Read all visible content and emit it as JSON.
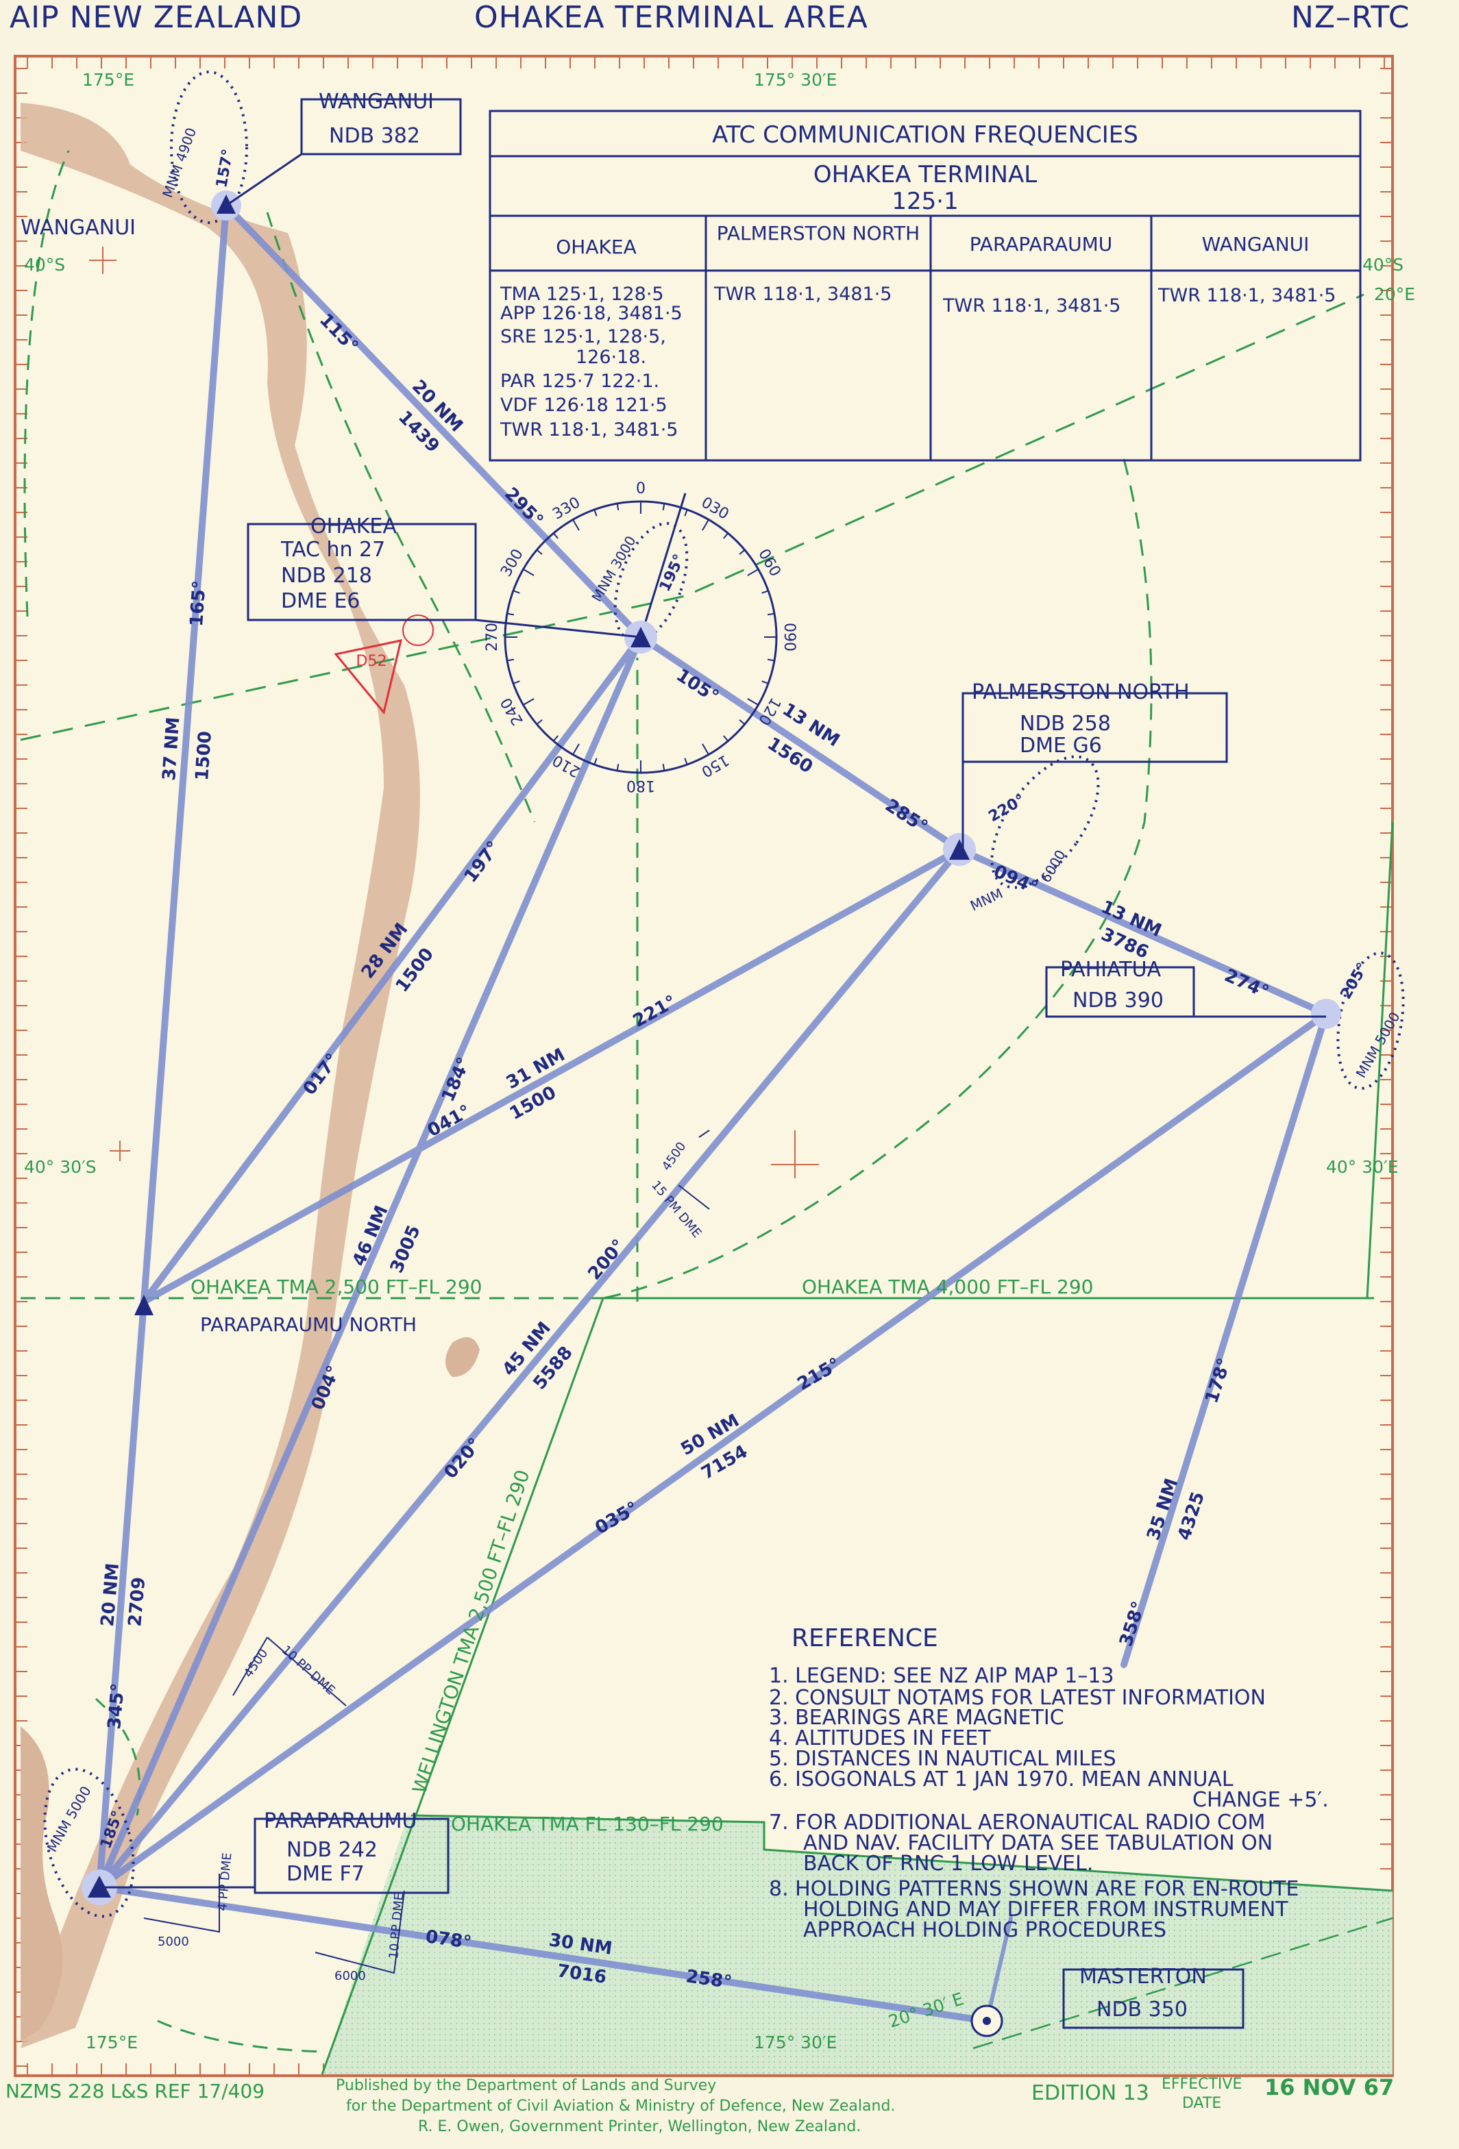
{
  "header": {
    "left": "AIP NEW ZEALAND",
    "title": "OHAKEA TERMINAL AREA",
    "right": "NZ–RTC"
  },
  "freq_table": {
    "title": "ATC COMMUNICATION FREQUENCIES",
    "subtitle": "OHAKEA TERMINAL",
    "subtitle_freq": "125·1",
    "columns": [
      "OHAKEA",
      "PALMERSTON NORTH",
      "PARAPARAUMU",
      "WANGANUI"
    ],
    "ohakea_lines": [
      "TMA 125·1, 128·5",
      "APP 126·18, 3481·5",
      "SRE 125·1, 128·5,",
      "126·18.",
      "PAR 125·7 122·1.",
      "VDF 126·18 121·5",
      "TWR 118·1, 3481·5"
    ],
    "palmerston": "TWR 118·1, 3481·5",
    "paraparaumu": "TWR 118·1, 3481·5",
    "wanganui": "TWR 118·1, 3481·5"
  },
  "graticule": {
    "lon_175": "175°E",
    "lon_175_30": "175° 30′E",
    "lat_40": "40°S",
    "lat_40_30": "40° 30′S",
    "lat_40_30_e": "40° 30′E",
    "isogonal": "20°E",
    "isogonal_bottom": "20° 30′ E",
    "lon_175_bottom": "175°E",
    "lon_175_30_bottom": "175° 30′E"
  },
  "facilities": {
    "wanganui": {
      "name": "WANGANUI",
      "lines": [
        "NDB 382"
      ],
      "town": "WANGANUI",
      "mnm": "MNM 4900",
      "hold": "157°"
    },
    "ohakea": {
      "name": "OHAKEA",
      "lines": [
        "TAC hn 27",
        "NDB 218",
        "DME E6"
      ],
      "mnm": "MNM 3000",
      "hold": "195°"
    },
    "palmerston": {
      "name": "PALMERSTON NORTH",
      "lines": [
        "NDB 258",
        "DME G6"
      ],
      "mnm": "MNM",
      "mnm_alt": "6000",
      "hold": "220°"
    },
    "pahiatua": {
      "name": "PAHIATUA",
      "lines": [
        "NDB 390"
      ],
      "mnm": "MNM 5000",
      "hold": "205°"
    },
    "paraparaumu": {
      "name": "PARAPARAUMU",
      "lines": [
        "NDB 242",
        "DME F7"
      ],
      "mnm": "MNM 5000",
      "hold": "185°"
    },
    "masterton": {
      "name": "MASTERTON",
      "lines": [
        "NDB 350"
      ]
    },
    "paraparaumu_north": {
      "name": "PARAPARAUMU NORTH"
    }
  },
  "restricted_area": "D52",
  "compass_labels": [
    "330",
    "0",
    "030",
    "060",
    "090",
    "120",
    "150",
    "180",
    "210",
    "240",
    "270",
    "300"
  ],
  "routes": [
    {
      "id": "wan-ohk",
      "labels": [
        "115°",
        "20 NM",
        "1439",
        "295°"
      ]
    },
    {
      "id": "wan-ppn",
      "labels": [
        "165°",
        "37 NM",
        "1500"
      ]
    },
    {
      "id": "ohk-pmr",
      "labels": [
        "105°",
        "13 NM",
        "1560",
        "285°"
      ]
    },
    {
      "id": "pmr-pah",
      "labels": [
        "094°",
        "13 NM",
        "3786",
        "274°"
      ]
    },
    {
      "id": "ppn-ohk",
      "labels": [
        "017°",
        "28 NM",
        "1500",
        "197°"
      ]
    },
    {
      "id": "ppn-pmr",
      "labels": [
        "041°",
        "31 NM",
        "1500",
        "221°"
      ]
    },
    {
      "id": "ppu-ohk-a",
      "labels": [
        "004°",
        "46 NM",
        "3005",
        "184°"
      ]
    },
    {
      "id": "ppu-pmr",
      "labels": [
        "020°",
        "45 NM",
        "5588",
        "200°"
      ]
    },
    {
      "id": "ppu-pah",
      "labels": [
        "035°",
        "50 NM",
        "7154",
        "215°"
      ]
    },
    {
      "id": "mst-pah",
      "labels": [
        "358°",
        "35 NM",
        "4325",
        "178°"
      ]
    },
    {
      "id": "ppu-ppn",
      "labels": [
        "345°",
        "20 NM",
        "2709"
      ]
    },
    {
      "id": "ppu-mst",
      "labels": [
        "078°",
        "30 NM",
        "7016",
        "258°"
      ]
    }
  ],
  "dme_fixes": [
    {
      "label": "15 PM DME",
      "alt": "4500"
    },
    {
      "label": "10 PP DME",
      "alt": "4500"
    },
    {
      "label": "4 PP DME",
      "alt": "5000"
    },
    {
      "label": "10 PP DME",
      "alt": "6000"
    }
  ],
  "tma_labels": {
    "ohakea_low": "OHAKEA TMA 2,500 FT–FL 290",
    "ohakea_high": "OHAKEA TMA 4,000 FT–FL 290",
    "wellington": "WELLINGTON TMA 2,500 FT–FL 290",
    "ohakea_fl": "OHAKEA TMA FL 130–FL 290"
  },
  "reference": {
    "title": "REFERENCE",
    "items": [
      "1. LEGEND: SEE NZ AIP MAP 1–13",
      "2. CONSULT NOTAMS FOR LATEST INFORMATION",
      "3. BEARINGS ARE MAGNETIC",
      "4. ALTITUDES IN FEET",
      "5. DISTANCES IN NAUTICAL MILES",
      "6. ISOGONALS AT 1 JAN 1970. MEAN ANNUAL",
      "CHANGE +5′.",
      "7. FOR ADDITIONAL AERONAUTICAL RADIO COM",
      "AND NAV. FACILITY DATA SEE TABULATION ON",
      "BACK OF RNC 1 LOW LEVEL.",
      "8. HOLDING PATTERNS SHOWN ARE FOR EN-ROUTE",
      "HOLDING AND MAY DIFFER FROM INSTRUMENT",
      "APPROACH HOLDING PROCEDURES"
    ]
  },
  "footer": {
    "left": "NZMS 228 L&S REF 17/409",
    "center_lines": [
      "Published by the Department of Lands and Survey",
      "for the Department of Civil Aviation & Ministry of Defence, New Zealand.",
      "R. E. Owen, Government Printer, Wellington, New Zealand."
    ],
    "edition": "EDITION 13",
    "effective": "EFFECTIVE",
    "date_word": "DATE",
    "date_value": "16 NOV 67"
  },
  "colors": {
    "ink": "#1f2a80",
    "route": "#7f8fd0",
    "green": "#2f9a4e",
    "coast": "#d8b49a",
    "green_fill": "#d6ead1",
    "red": "#e0303a",
    "border": "#c96a4a",
    "paper": "#f8f4df"
  }
}
